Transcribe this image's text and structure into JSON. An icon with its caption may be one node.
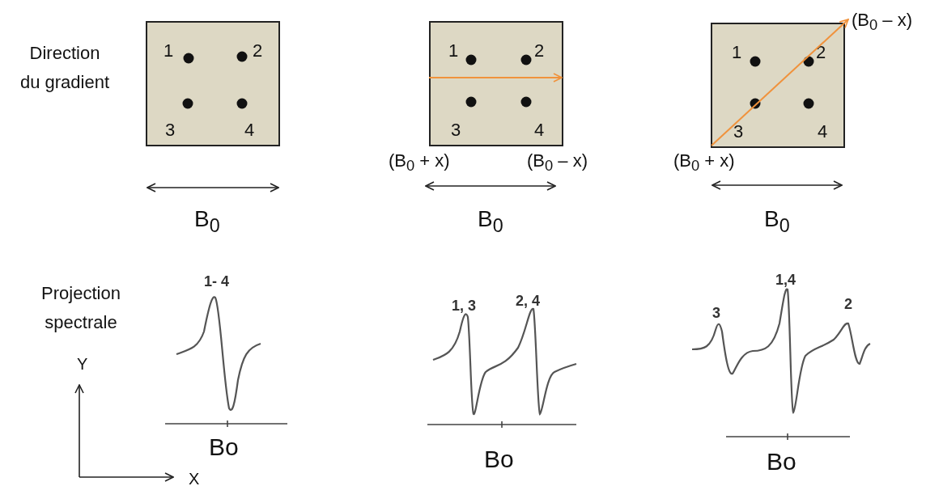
{
  "diagram": {
    "nodes": [
      {
        "text": [
          "1",
          "2",
          "3",
          "4"
        ]
      },
      {
        "text": [
          "1",
          "2",
          "3",
          "4"
        ]
      },
      {
        "text": [
          "1",
          "2",
          "3",
          "4"
        ]
      }
    ],
    "labels": [
      "(B$_{0}$ – x)",
      "Direction du gradient",
      "(B$_{0}$ + x)",
      "(B$_{0}$ – x)",
      "(B$_{0}$ + x)",
      "B$_{0}$",
      "B$_{0}$",
      "B$_{0}$",
      "1,4",
      "1- 4",
      "Projection spectrale",
      "2, 4",
      "1, 3",
      "3",
      "2",
      "Y",
      "Bo",
      "Bo",
      "Bo",
      "X"
    ]
  }
}
